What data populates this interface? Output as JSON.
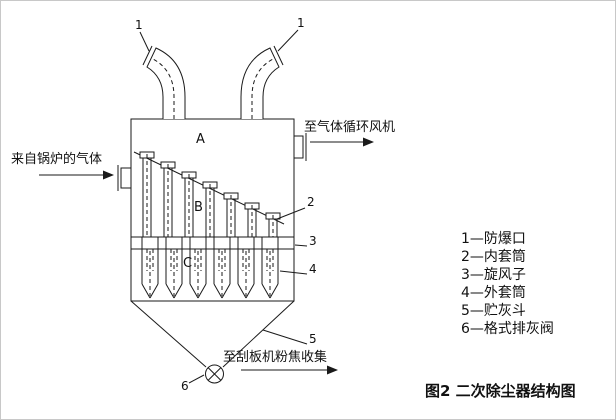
{
  "figure": {
    "title": "图2  二次除尘器结构图",
    "labels": {
      "inlet": "来自锅炉的气体",
      "outlet": "至气体循环风机",
      "bottom": "至刮板机粉焦收集",
      "zoneA": "A",
      "zoneB": "B",
      "zoneC": "C"
    },
    "callouts": {
      "c1_left": "1",
      "c1_right": "1",
      "c2": "2",
      "c3": "3",
      "c4": "4",
      "c5": "5",
      "c6": "6"
    },
    "legend": [
      "1—防爆口",
      "2—内套筒",
      "3—旋风子",
      "4—外套筒",
      "5—贮灰斗",
      "6—格式排灰阀"
    ],
    "colors": {
      "ink": "#1a1a1a",
      "background": "#ffffff"
    }
  }
}
